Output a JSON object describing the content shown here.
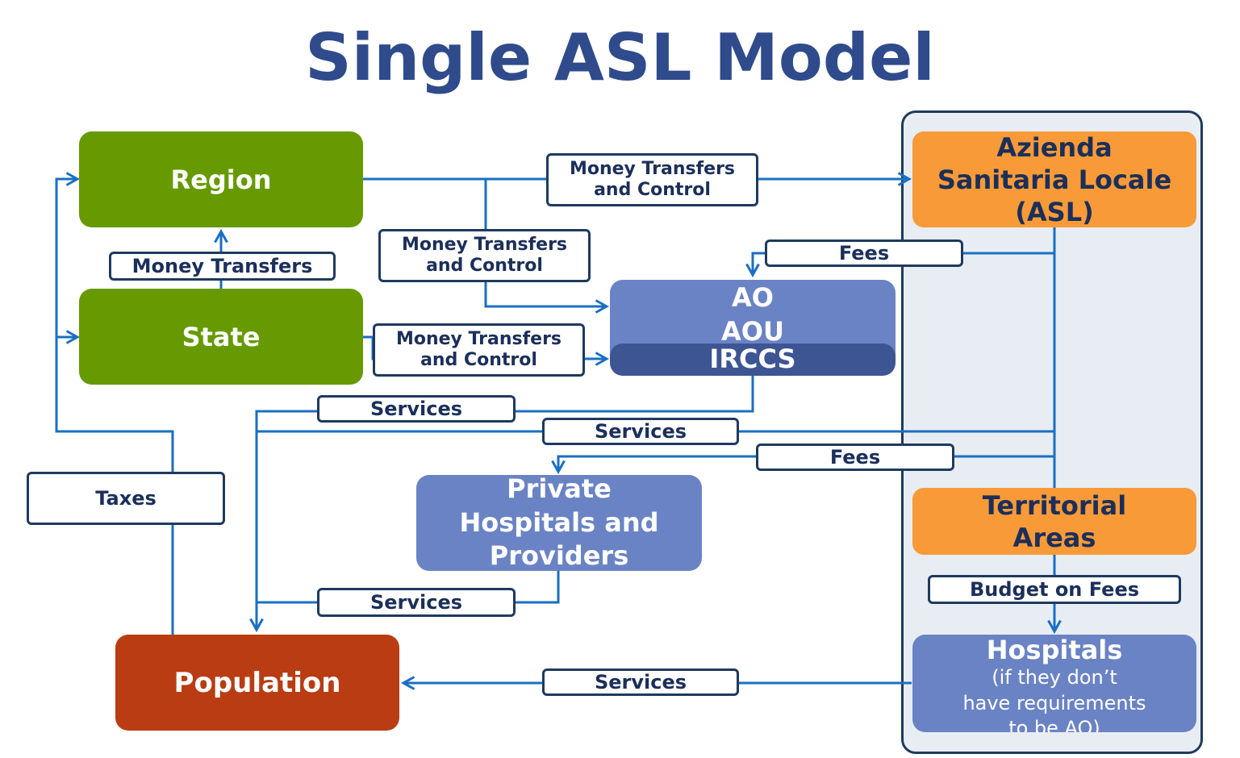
{
  "title": "Single ASL Model",
  "nodes": {
    "region": "Region",
    "state": "State",
    "asl": [
      "Azienda",
      "Sanitaria Locale",
      "(ASL)"
    ],
    "ao": [
      "AO",
      "AOU",
      "IRCCS"
    ],
    "private": [
      "Private",
      "Hospitals and",
      "Providers"
    ],
    "territorial": [
      "Territorial",
      "Areas"
    ],
    "hospitals": {
      "title": "Hospitals",
      "note": [
        "(if they don’t",
        "have  requirements",
        "to be  AO)"
      ]
    },
    "population": "Population"
  },
  "labels": {
    "money_transfers_control": [
      "Money Transfers",
      "and Control"
    ],
    "money_transfers": "Money Transfers",
    "fees": "Fees",
    "services": "Services",
    "taxes": "Taxes",
    "budget_on_fees": "Budget on Fees"
  },
  "colors": {
    "title": "#2f4b8c",
    "green": "#669a00",
    "orange": "#f99a38",
    "blue": "#6a83c4",
    "dark_blue": "#3e5593",
    "red": "#b93c12",
    "line": "#1a6fc2"
  }
}
